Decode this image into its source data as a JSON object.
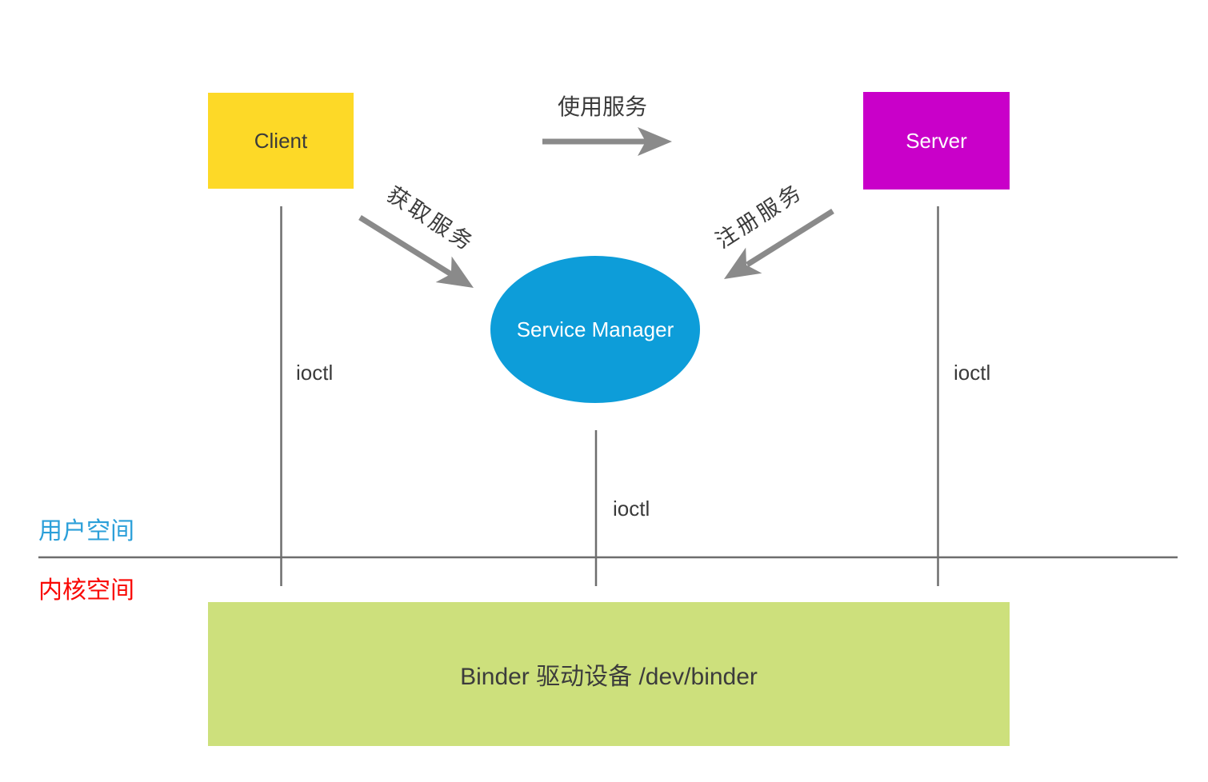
{
  "nodes": {
    "client": {
      "label": "Client",
      "color": "#FDD927",
      "text_color": "#3B3B3B"
    },
    "server": {
      "label": "Server",
      "color": "#C900C9",
      "text_color": "#FFFFFF"
    },
    "service_manager": {
      "label": "Service Manager",
      "color": "#0D9DD9",
      "text_color": "#FFFFFF",
      "shape": "ellipse"
    },
    "binder_driver": {
      "label": "Binder 驱动设备 /dev/binder",
      "color": "#CDE07C",
      "text_color": "#3C3C3C"
    }
  },
  "arrows": {
    "use_service": {
      "label": "使用服务",
      "from": "Client",
      "to": "Server",
      "color": "#8A8A8A"
    },
    "get_service": {
      "label": "获取服务",
      "from": "Client",
      "to": "Service Manager",
      "color": "#8A8A8A"
    },
    "register_service": {
      "label": "注册服务",
      "from": "Server",
      "to": "Service Manager",
      "color": "#8A8A8A"
    }
  },
  "connectors": {
    "client_ioctl": {
      "label": "ioctl"
    },
    "service_manager_ioctl": {
      "label": "ioctl"
    },
    "server_ioctl": {
      "label": "ioctl"
    }
  },
  "regions": {
    "user_space": {
      "label": "用户空间",
      "color": "#2B9FD9"
    },
    "kernel_space": {
      "label": "内核空间",
      "color": "#F90804"
    }
  }
}
